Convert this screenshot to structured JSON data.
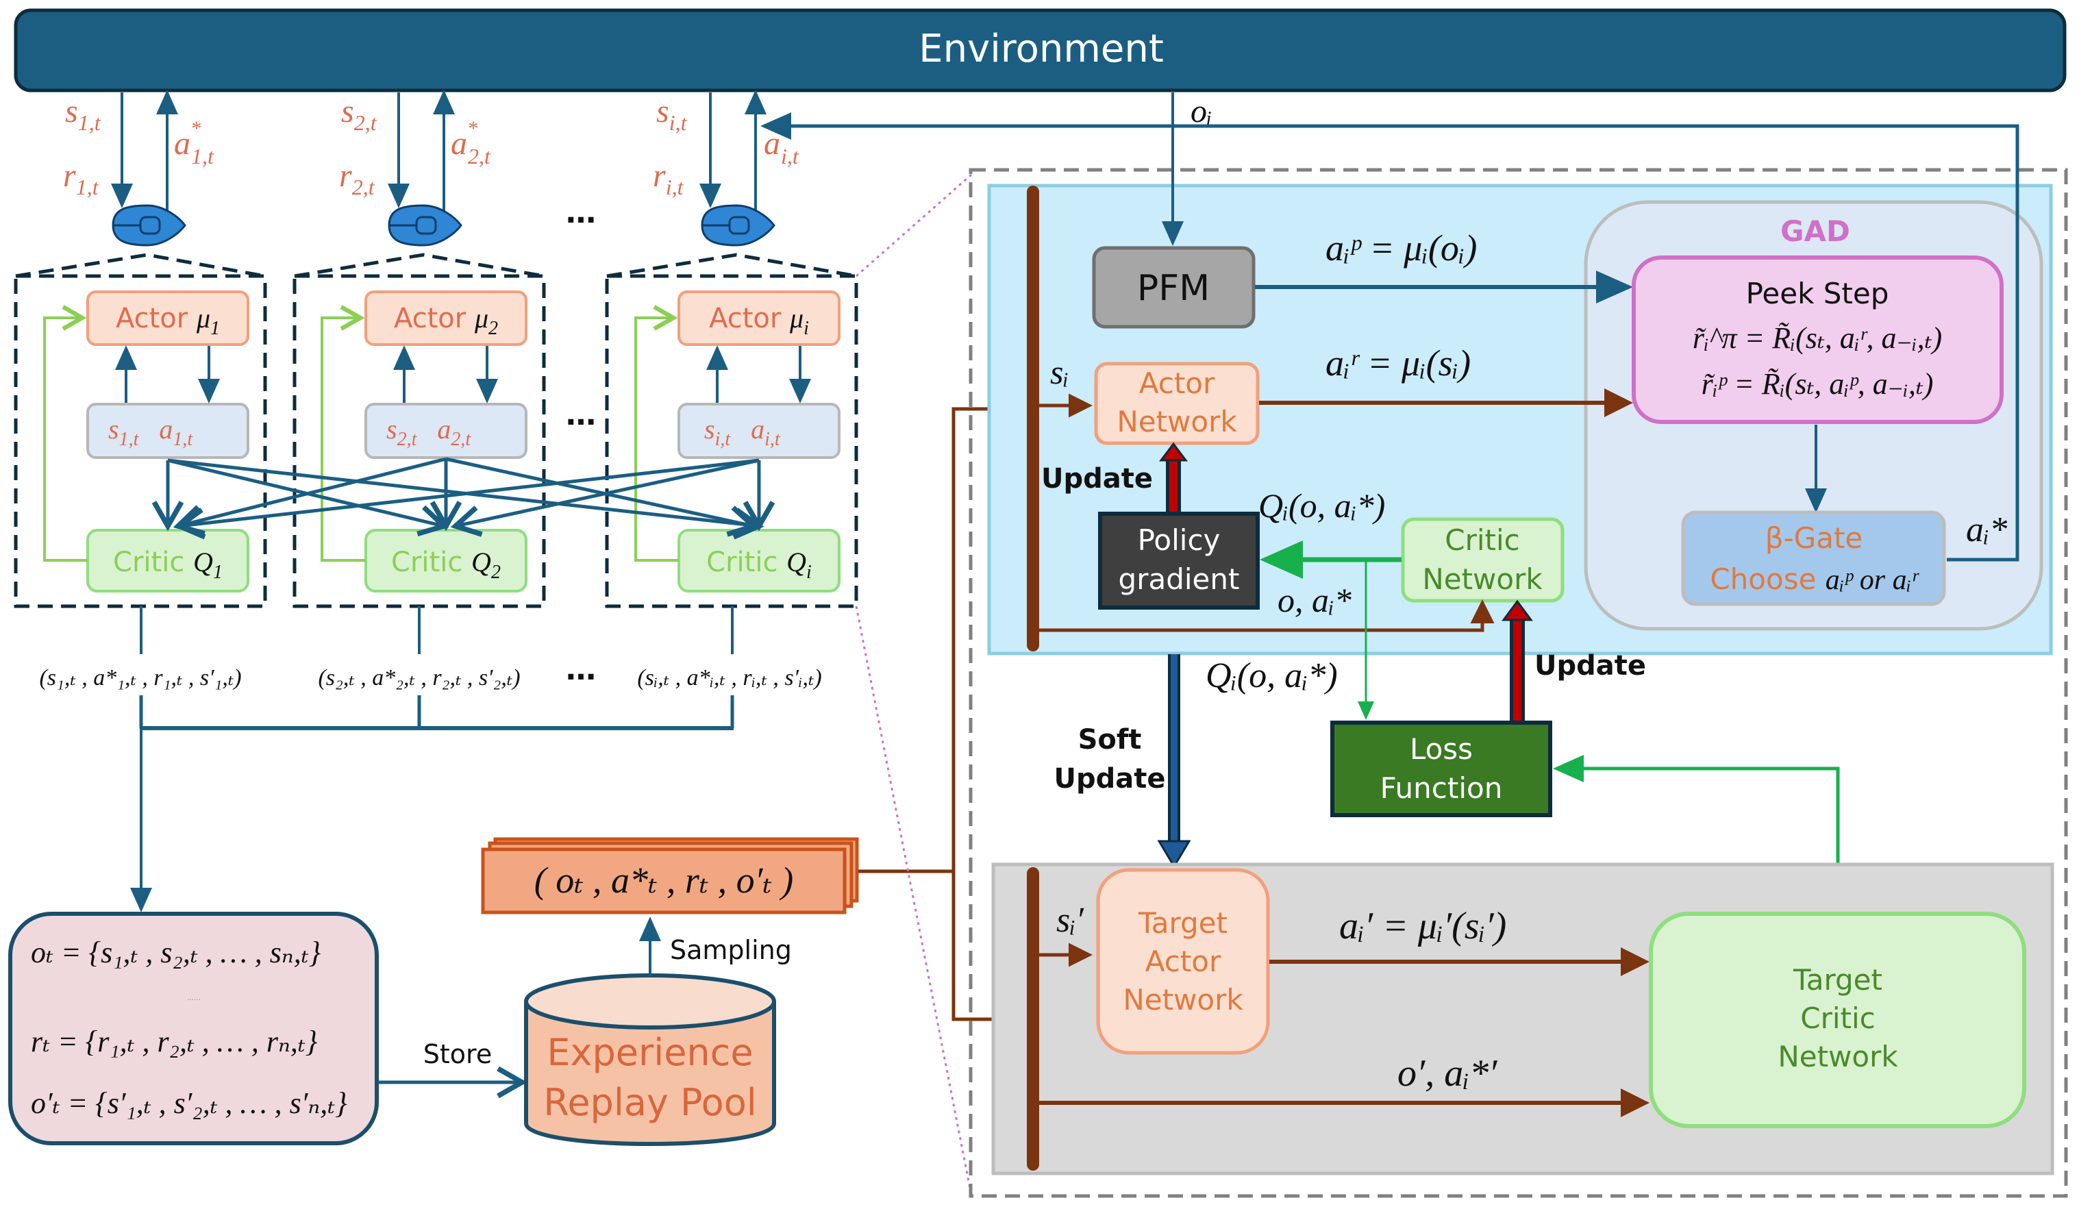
{
  "environment": {
    "label": "Environment",
    "color": "#1b5e82"
  },
  "agents": [
    {
      "state_label": "s",
      "state_sub": "1,t",
      "reward_label": "r",
      "reward_sub": "1,t",
      "action_label": "a",
      "action_sup": "*",
      "action_sub": "1,t",
      "actor_label": "Actor ",
      "actor_symbol": "μ",
      "actor_sub": "1",
      "sa_state": "s",
      "sa_state_sub": "1,t",
      "sa_action": "a",
      "sa_action_sub": "1,t",
      "critic_label": "Critic ",
      "critic_symbol": "Q",
      "critic_sub": "1",
      "tuple": "(s₁,ₜ , a*₁,ₜ , r₁,ₜ , s′₁,ₜ)"
    },
    {
      "state_label": "s",
      "state_sub": "2,t",
      "reward_label": "r",
      "reward_sub": "2,t",
      "action_label": "a",
      "action_sup": "*",
      "action_sub": "2,t",
      "actor_label": "Actor ",
      "actor_symbol": "μ",
      "actor_sub": "2",
      "sa_state": "s",
      "sa_state_sub": "2,t",
      "sa_action": "a",
      "sa_action_sub": "2,t",
      "critic_label": "Critic ",
      "critic_symbol": "Q",
      "critic_sub": "2",
      "tuple": "(s₂,ₜ , a*₂,ₜ , r₂,ₜ , s′₂,ₜ)"
    },
    {
      "state_label": "s",
      "state_sub": "i,t",
      "reward_label": "r",
      "reward_sub": "i,t",
      "action_label": "a",
      "action_sup": "*",
      "action_sub": "i,t",
      "actor_label": "Actor ",
      "actor_symbol": "μ",
      "actor_sub": "i",
      "sa_state": "s",
      "sa_state_sub": "i,t",
      "sa_action": "a",
      "sa_action_sub": "i,t",
      "critic_label": "Critic ",
      "critic_symbol": "Q",
      "critic_sub": "i",
      "tuple": "(sᵢ,ₜ , a*ᵢ,ₜ , rᵢ,ₜ , s′ᵢ,ₜ)"
    }
  ],
  "ellipsis": "…",
  "joint": {
    "obs_line": "oₜ = {s₁,ₜ , s₂,ₜ , … , sₙ,ₜ}",
    "mid_dots": "……",
    "reward_line": "rₜ = {r₁,ₜ , r₂,ₜ , … , rₙ,ₜ}",
    "next_obs_line": "o′ₜ = {s′₁,ₜ , s′₂,ₜ , … , s′ₙ,ₜ}"
  },
  "store_label": "Store",
  "replay_pool": {
    "line1": "Experience",
    "line2": "Replay Pool"
  },
  "sampling_label": "Sampling",
  "sample_tuple": "( oₜ , a*ₜ , rₜ , o′ₜ )",
  "observation_label": "oᵢ",
  "online": {
    "pfm_label": "PFM",
    "pfm_output": "aᵢᵖ = μᵢ(oᵢ)",
    "state_label": "sᵢ",
    "actor_line1": "Actor",
    "actor_line2": "Network",
    "actor_output": "aᵢʳ = μᵢ(sᵢ)",
    "update_label": "Update",
    "q_label": "Qᵢ(o, aᵢ*)",
    "policy_line1": "Policy",
    "policy_line2": "gradient",
    "critic_line1": "Critic",
    "critic_line2": "Network",
    "critic_input": "o, aᵢ*"
  },
  "gad": {
    "title": "GAD",
    "peek_title": "Peek Step",
    "peek_eq1": "r̃ᵢ^π = R̃ᵢ(sₜ, aᵢʳ, a₋ᵢ,ₜ)",
    "peek_eq2": "r̃ᵢᵖ = R̃ᵢ(sₜ, aᵢᵖ, a₋ᵢ,ₜ)",
    "gate_title": "β-Gate",
    "gate_choose": "Choose ",
    "gate_options": "aᵢᵖ or aᵢʳ",
    "gate_output": "aᵢ*"
  },
  "middle": {
    "q_label": "Qᵢ(o, aᵢ*)",
    "soft_line1": "Soft",
    "soft_line2": "Update",
    "update_label": "Update",
    "loss_line1": "Loss",
    "loss_line2": "Function"
  },
  "target": {
    "state_label": "sᵢ′",
    "actor_line1": "Target",
    "actor_line2": "Actor",
    "actor_line3": "Network",
    "actor_output": "aᵢ′ = μᵢ′(sᵢ′)",
    "critic_input": "o′, aᵢ*′",
    "critic_line1": "Target",
    "critic_line2": "Critic",
    "critic_line3": "Network"
  },
  "colors": {
    "agent_text": "#e06b4f",
    "actor_fill": "#fbdfd0",
    "actor_stroke": "#f2a07c",
    "critic_fill": "#d9f2d0",
    "critic_stroke": "#8fde7f",
    "critic_text": "#8ccf55",
    "sa_fill": "#dce8f6",
    "flow_blue": "#1b5e82",
    "flow_brown": "#7b3410",
    "flow_green": "#17b04d",
    "update_red": "#c00000",
    "online_panel": "#cbecfa",
    "target_panel": "#d9d9d9",
    "gad_magenta": "#d070c8",
    "loss_fill": "#3a7a22",
    "policy_fill": "#3f3f3f",
    "pfm_fill": "#a6a6a6",
    "gate_fill": "#a4c8eb"
  }
}
